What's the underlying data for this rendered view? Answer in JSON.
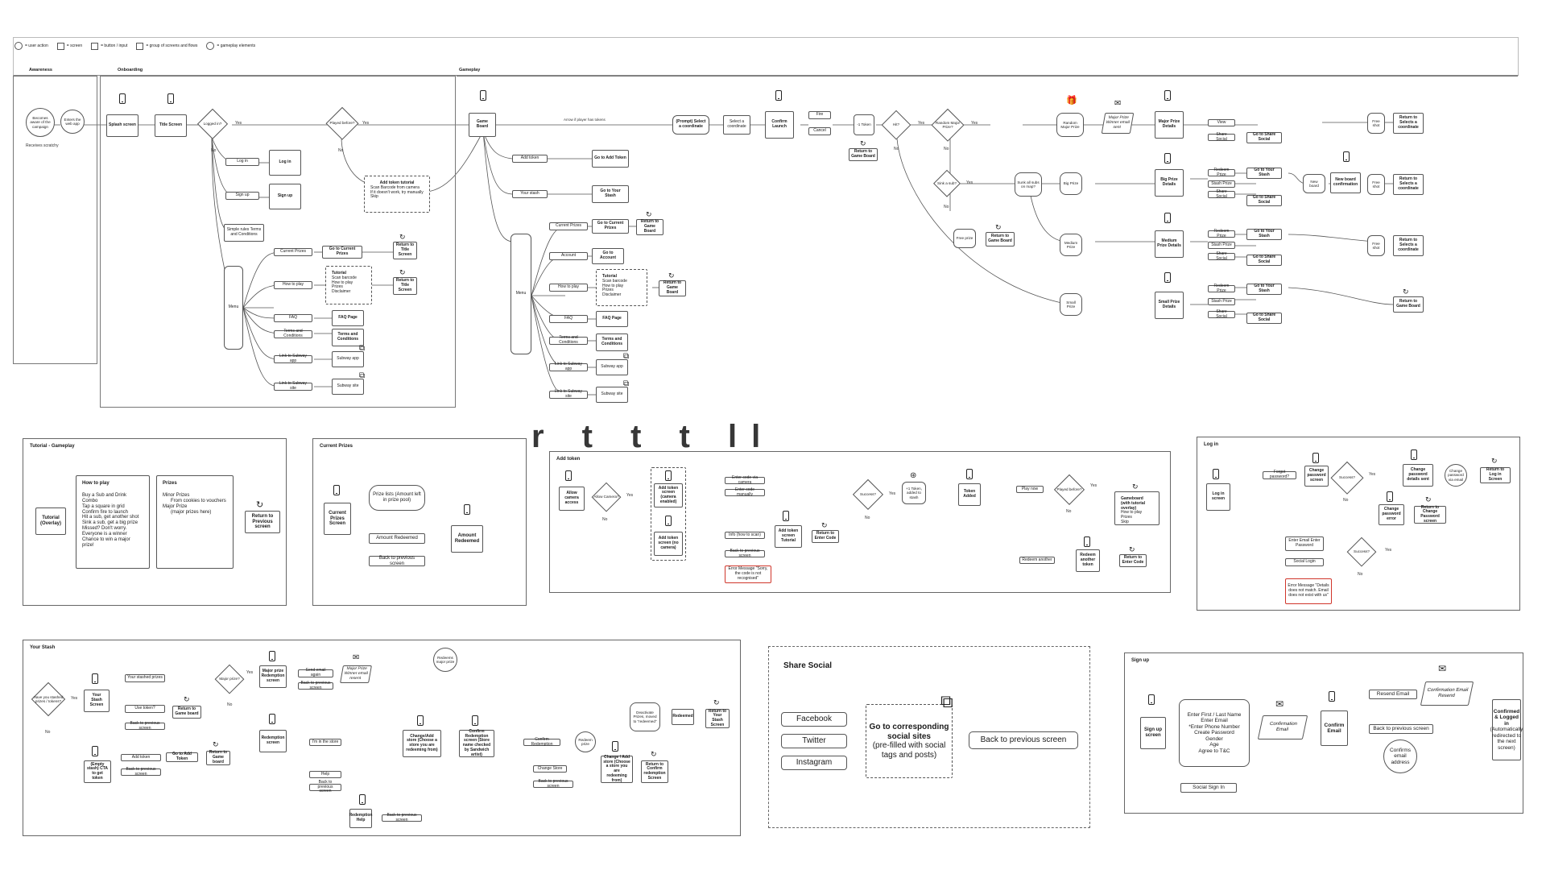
{
  "legend": [
    {
      "shape": "circle",
      "label": "= user action"
    },
    {
      "shape": "square",
      "label": "= screen"
    },
    {
      "shape": "square",
      "label": "= button / input"
    },
    {
      "shape": "square",
      "label": "= group of screens and flows"
    },
    {
      "shape": "hexagon",
      "label": "= gameplay elements"
    }
  ],
  "sections": {
    "awareness": "Awareness",
    "onboarding": "Onboarding",
    "gameplay": "Gameplay"
  },
  "awareness": {
    "becomes_aware": "Becomes aware of the campaign",
    "enters_web_app": "Enters the web app",
    "receives_scratchy": "Receives scratchy"
  },
  "onboarding": {
    "splash": "Splash screen",
    "title": "Title Screen",
    "logged_in": "Logged in?",
    "yes": "Yes",
    "no": "No",
    "played_before": "Played before?",
    "log_in_btn": "Log in",
    "log_in_screen": "Log in",
    "sign_up_btn": "Sign up",
    "sign_up_screen": "Sign up",
    "simple_rules": "Simple rules Terms and Conditions",
    "add_token_tutorial_title": "Add token tutorial",
    "add_token_tutorial_items": [
      "Scan Barcode from camera",
      "If it doesn't work, try manually",
      "Skip"
    ],
    "menu": "Menu",
    "current_prizes": "Current Prizes",
    "goto_current_prizes": "Go to Current Prizes",
    "return_title": "Return to Title Screen",
    "how_to_play": "How to play",
    "tutorial_title": "Tutorial",
    "tutorial_items": [
      "Scan barcode",
      "How to play",
      "Prizes",
      "Disclaimer"
    ],
    "return_title_2": "Return to Title Screen",
    "faq": "FAQ",
    "faq_page": "FAQ Page",
    "terms": "Terms and Conditions",
    "terms_page": "Terms and Conditions",
    "link_app": "Link to Subway app",
    "subway_app": "Subway app",
    "link_site": "Link to Subway site",
    "subway_site": "Subway site"
  },
  "gameplay": {
    "game_board": "Game Board",
    "arrow_label": "Arrow if player has tokens",
    "prompt": "(Prompt) Select a coordinate",
    "select_coordinate": "Select a coordinate",
    "confirm_launch": "Confirm Launch",
    "fire": "Fire",
    "cancel": "Cancel",
    "minus_token": "-1 Token",
    "return_game_board": "Return to Game Board",
    "hit": "Hit?",
    "yes": "Yes",
    "no": "No",
    "random_major": "Random Major Prize?",
    "sunk_sub": "Sink a sub?",
    "sunk_all": "Sunk all subs on map?",
    "free_prize": "Free prize",
    "return_game_board_2": "Return to Game Board",
    "random_major_hex": "Random Major Prize",
    "major_prize_email": "Major Prize Winner email sent",
    "major_prize_details": "Major Prize Details",
    "view": "View",
    "share_social": "Share Social",
    "goto_share_social": "Go to Share Social",
    "free_shot": "Free shot",
    "return_select": "Return to Selects a coordinate",
    "big_prize": "Big Prize",
    "big_prize_details": "Big Prize Details",
    "redeem_prize": "Redeem Prize",
    "stash_prize": "Stash Prize",
    "goto_your_stash": "Go to Your Stash",
    "new_board": "New board",
    "new_board_confirm": "New board confirmation",
    "medium_prize": "Medium Prize",
    "medium_prize_details": "Medium Prize Details",
    "small_prize": "Small Prize",
    "small_prize_details": "Small Prize Details",
    "return_game_board_3": "Return to Game Board",
    "add_token": "Add token",
    "goto_add_token": "Go to Add Token",
    "your_stash": "Your stash",
    "goto_your_stash_2": "Go to Your Stash",
    "menu": "Menu",
    "current_prizes": "Current Prizes",
    "goto_current_prizes": "Go to Current Prizes",
    "return_game_board_4": "Return to Game Board",
    "account": "Account",
    "goto_account": "Go to Account",
    "how_to_play": "How to play",
    "tutorial_title": "Tutorial",
    "tutorial_items": [
      "Scan barcode",
      "How to play",
      "Prizes",
      "Disclaimer"
    ],
    "return_game_board_5": "Return to Game Board",
    "faq": "FAQ",
    "faq_page": "FAQ Page",
    "terms": "Terms and Conditions",
    "terms_page": "Terms and Conditions",
    "link_app": "Link to Subway app",
    "subway_app": "Subway app",
    "link_site": "Link to Subway site",
    "subway_site": "Subway site"
  },
  "tutorial_gameplay": {
    "title": "Tutorial - Gameplay",
    "overlay": "Tutorial (Overlay)",
    "how_to_play": "How to play",
    "how_items": [
      "Buy a Sub and Drink Combo",
      "Tap a square in grid",
      "Confirm fire to launch",
      "Hit a sub, get another shot",
      "Sink a sub, get a big prize",
      "Missed? Don't worry.",
      "Everyone is a winner",
      "Chance to win a major prize!"
    ],
    "prizes": "Prizes",
    "prize_items": [
      "Minor Prizes",
      "From cookies to vouchers",
      "Major Prize",
      "(major prizes here)"
    ],
    "return_previous": "Return to Previous screen"
  },
  "current_prizes": {
    "title": "Current Prizes",
    "screen": "Current Prizes Screen",
    "prize_lists": "Prize lists (Amount left in prize pool)",
    "amount_redeemed_btn": "Amount Redeemed",
    "amount_redeemed": "Amount Redeemed",
    "back": "Back to previous screen"
  },
  "add_token": {
    "title": "Add token",
    "allow_camera_access": "Allow camera access",
    "allow_camera_q": "Allow Camera?",
    "yes": "Yes",
    "no": "No",
    "screen_enabled": "Add token screen (camera enabled)",
    "screen_no_camera": "Add token screen (no camera)",
    "enter_code_camera": "Enter code via camera",
    "enter_code_manually": "Enter code manually",
    "info_how": "Info (how to scan)",
    "add_token_tutorial": "Add token screen Tutorial",
    "return_enter_code": "Return to Enter Code",
    "back": "Back to previous screen",
    "error": "Error Message \"Sorry, the code is not recognised\"",
    "success": "Success?",
    "plus_token": "+1 Token, added to stash",
    "token_added": "Token Added",
    "play_now": "Play now",
    "played_before": "Played before?",
    "gameboard_tutorial": "Gameboard (with tutorial overlay)",
    "gameboard_items": [
      "How to play",
      "Prizes",
      "Skip"
    ],
    "redeem_another": "Redeem another",
    "redeem_another_token": "Redeem another token",
    "return_enter_code_2": "Return to Enter Code"
  },
  "log_in": {
    "title": "Log in",
    "screen": "Log in screen",
    "forgot": "Forgot password?",
    "change_password": "Change password screen",
    "success": "Success?",
    "yes": "Yes",
    "no": "No",
    "details_sent": "Change password details sent",
    "change_via_email": "Change password via email",
    "return_login": "Return to Log in Screen",
    "error_screen": "Change password error",
    "return_change": "Return to Change Password screen",
    "enter_email": "Enter Email Enter Password",
    "social_login": "Social Login",
    "success_2": "Success?",
    "error": "Error Message \"Details does not match. Email does not exist with us\""
  },
  "your_stash": {
    "title": "Your Stash",
    "have_stashed": "Have you stashed prizes / tokens?",
    "yes": "Yes",
    "no": "No",
    "stash_screen": "Your Stash Screen",
    "stashed_prizes": "Your stashed prizes",
    "major_prize_q": "Major prize?",
    "major_redemption": "Major prize Redemption screen",
    "send_email": "Send email again",
    "major_email": "Major Prize Winner email resent",
    "back_previous": "Back to previous screen",
    "use_token": "Use token?",
    "return_game_board": "Return to Game board",
    "back_previous_2": "Back to previous screen",
    "redemption_screen": "Redemption screen",
    "im_in_store": "I'm in the store",
    "help": "Help",
    "back_previous_3": "Back to previous screen",
    "change_add_store": "Change/Add store (Choose a store you are redeeming from)",
    "confirm_redemption_screen": "Confirm Redemption screen (Store name checked by Sandwich artist)",
    "confirm_redemption": "Confirm Redemption",
    "redeem_prize": "Redeem prize",
    "change_store": "Change Store",
    "change_add_store_2": "Change / Add store (Choose a store you are redeeming from)",
    "return_confirm": "Return to Confirm redemption Screen",
    "back_previous_4": "Back to previous screen",
    "redeems_major": "Redeems major prize",
    "deactivate": "Deactivate Prizes, moved to \"redeemed\"",
    "redeemed": "Redeemed",
    "return_stash": "Return to Your Stash Screen",
    "empty_stash": "(Empty stash) CTA to get token",
    "add_token": "Add token",
    "goto_add_token": "Go to Add Token",
    "return_game_board_2": "Return to Game board",
    "back_previous_5": "Back to previous screen",
    "redemption_help": "Redemption Help",
    "back_previous_6": "Back to previous screen"
  },
  "share_social": {
    "title": "Share Social",
    "facebook": "Facebook",
    "twitter": "Twitter",
    "instagram": "Instagram",
    "goto": "Go to corresponding social sites",
    "goto_sub": "(pre-filled with social tags and posts)",
    "back": "Back to previous screen"
  },
  "sign_up": {
    "title": "Sign up",
    "screen": "Sign up screen",
    "fields": [
      "Enter First / Last Name",
      "Enter Email",
      "*Enter Phone Number",
      "Create Password",
      "Gender",
      "Age",
      "Agree to T&C"
    ],
    "confirmation_email": "Confirmation Email",
    "confirm_email": "Confirm Email",
    "resend": "Resend Email",
    "email_resend": "Confirmation Email Resend",
    "back": "Back to previous screen",
    "confirms": "Confirms email address",
    "confirmed": "Confirmed & Logged in",
    "confirmed_sub": "(Automatically redirected to the next screen)",
    "social_sign_in": "Social Sign In"
  },
  "overlay_text": "r t    t t   ll        "
}
